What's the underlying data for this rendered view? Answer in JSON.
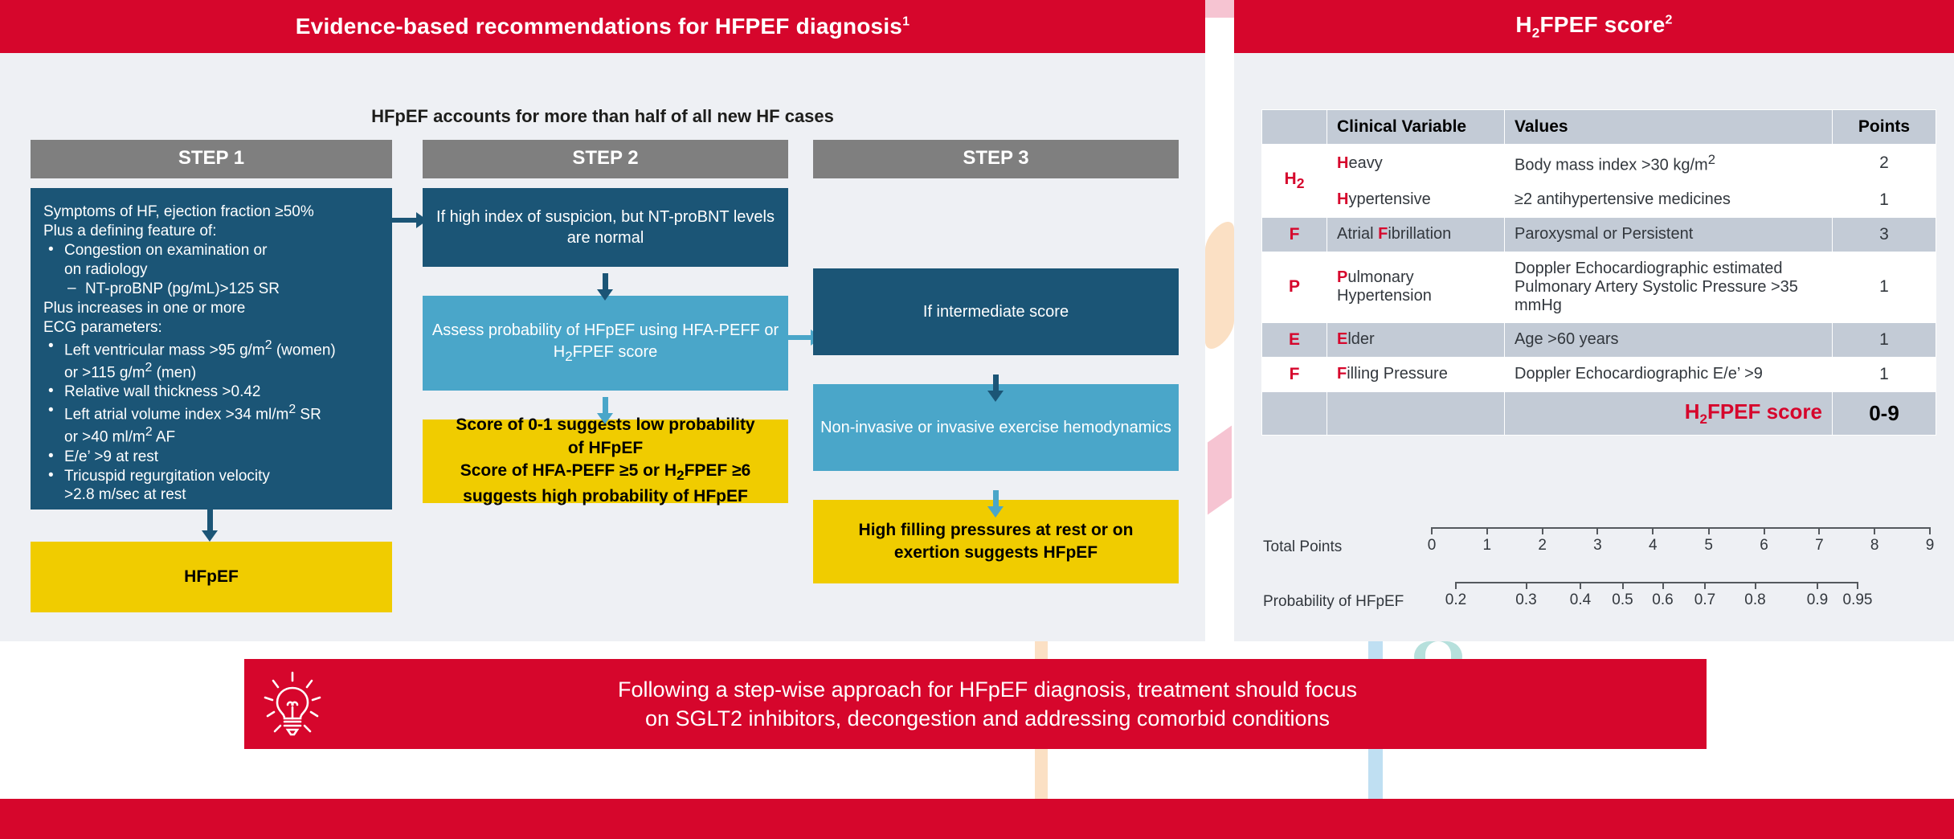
{
  "headers": {
    "left_title": "Evidence-based recommendations for HFPEF diagnosis",
    "left_ref": "1",
    "right_title_pre": "H",
    "right_title_sub": "2",
    "right_title_post": "FPEF score",
    "right_ref": "2"
  },
  "flow": {
    "subtitle": "HFpEF accounts for more than half of all new HF cases",
    "step1": {
      "header": "STEP 1",
      "line1": "Symptoms of HF, ejection fraction ≥50%",
      "line2": "Plus a defining feature of:",
      "bullet1a": "Congestion on examination or",
      "bullet1b": "on radiology",
      "dash1": "NT-proBNP (pg/mL)>125 SR",
      "line3": "Plus increases in one or more",
      "line4": "ECG parameters:",
      "bullet2a": "Left ventricular mass >95 g/m",
      "bullet2a_sup": "2",
      "bullet2a_end": " (women)",
      "bullet2b": "or >115 g/m",
      "bullet2b_sup": "2",
      "bullet2b_end": " (men)",
      "bullet3": "Relative wall thickness >0.42",
      "bullet4a": "Left atrial volume index >34 ml/m",
      "bullet4a_sup": "2",
      "bullet4a_end": " SR",
      "bullet4b": "or >40 ml/m",
      "bullet4b_sup": "2",
      "bullet4b_end": " AF",
      "bullet5": "E/e’ >9 at rest",
      "bullet6a": "Tricuspid regurgitation velocity",
      "bullet6b": ">2.8 m/sec at rest",
      "outcome": "HFpEF"
    },
    "step2": {
      "header": "STEP 2",
      "box1": "If high index of suspicion, but NT-proBNT levels are normal",
      "box2_pre": "Assess probability of HFpEF using HFA-PEFF or H",
      "box2_sub": "2",
      "box2_post": "FPEF score",
      "box3_l1": "Score of 0-1 suggests low probability",
      "box3_l2": "of HFpEF",
      "box3_l3_pre": "Score of HFA-PEFF ≥5 or H",
      "box3_l3_sub": "2",
      "box3_l3_post": "FPEF ≥6",
      "box3_l4": "suggests high probability of HFpEF"
    },
    "step3": {
      "header": "STEP 3",
      "box1": "If intermediate score",
      "box2": "Non-invasive or invasive exercise hemodynamics",
      "box3_l1": "High filling pressures at rest or on",
      "box3_l2": "exertion suggests HFpEF"
    }
  },
  "score_table": {
    "columns": [
      "",
      "Clinical Variable",
      "Values",
      "Points"
    ],
    "rows": [
      {
        "letter": "H",
        "letter_sub": "2",
        "letter_rowspan": 2,
        "cap": "H",
        "rest": "eavy",
        "value": "Body mass index >30 kg/m",
        "value_sup": "2",
        "points": "2",
        "shade": "white"
      },
      {
        "letter": "",
        "cap": "H",
        "rest": "ypertensive",
        "value": "≥2 antihypertensive medicines",
        "points": "1",
        "shade": "white"
      },
      {
        "letter": "F",
        "cap_mid": true,
        "pre": "Atrial ",
        "cap": "F",
        "rest": "ibrillation",
        "value": "Paroxysmal or Persistent",
        "points": "3",
        "shade": "grey"
      },
      {
        "letter": "P",
        "cap": "P",
        "rest": "ulmonary Hypertension",
        "value": "Doppler Echocardiographic estimated Pulmonary Artery Systolic Pressure >35 mmHg",
        "points": "1",
        "shade": "white"
      },
      {
        "letter": "E",
        "cap": "E",
        "rest": "lder",
        "value": "Age >60 years",
        "points": "1",
        "shade": "grey"
      },
      {
        "letter": "F",
        "cap": "F",
        "rest": "illing Pressure",
        "value": "Doppler Echocardiographic E/e’ >9",
        "points": "1",
        "shade": "white"
      }
    ],
    "total_label_pre": "H",
    "total_label_sub": "2",
    "total_label_post": "FPEF score",
    "total_value": "0-9"
  },
  "chart_data": {
    "type": "table",
    "title": "H2FPEF score nomogram",
    "scales": [
      {
        "name": "total_points",
        "label": "Total Points",
        "ticks": [
          "0",
          "1",
          "2",
          "3",
          "4",
          "5",
          "6",
          "7",
          "8",
          "9"
        ],
        "positions": [
          0,
          11.1,
          22.2,
          33.3,
          44.4,
          55.6,
          66.7,
          77.8,
          88.9,
          100
        ]
      },
      {
        "name": "probability_hfpef",
        "label": "Probability of HFpEF",
        "ticks": [
          "0.2",
          "0.3",
          "0.4",
          "0.5",
          "0.6",
          "0.7",
          "0.8",
          "0.9",
          "0.95"
        ],
        "positions": [
          0,
          17.5,
          31.0,
          41.5,
          51.5,
          62.0,
          74.5,
          90.0,
          100
        ]
      }
    ]
  },
  "callout": {
    "line1": "Following a step-wise approach for HFpEF diagnosis, treatment should focus",
    "line2": "on SGLT2 inhibitors, decongestion and addressing comorbid conditions",
    "icon": "lightbulb-icon"
  },
  "colors": {
    "brand_red": "#d6062c",
    "dark_blue": "#1b5576",
    "light_blue": "#4aa6c9",
    "yellow": "#f0cc00",
    "grey_header": "#7f7f7f",
    "panel_bg": "#eef0f4",
    "table_grey": "#c3cbd6"
  }
}
